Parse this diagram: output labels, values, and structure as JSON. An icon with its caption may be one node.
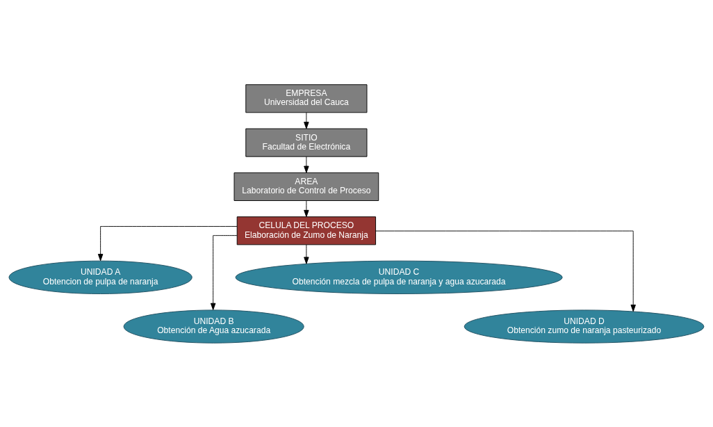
{
  "diagram": {
    "nodes": [
      {
        "text": [
          "EMPRESA",
          "Universidad del Cauca"
        ]
      },
      {
        "text": [
          "SITIO",
          "Facultad de Electrónica"
        ]
      },
      {
        "text": [
          "AREA",
          "Laboratorio de Control de Proceso"
        ]
      },
      {
        "text": [
          "CELULA DEL PROCESO",
          "Elaboración de Zumo de Naranja"
        ]
      },
      {
        "text": [
          "UNIDAD A",
          "Obtencion de pulpa de naranja"
        ]
      },
      {
        "text": [
          "UNIDAD B",
          "Obtención de Agua azucarada"
        ]
      },
      {
        "text": [
          "UNIDAD C",
          "Obtención mezcla de pulpa de naranja y agua azucarada"
        ]
      },
      {
        "text": [
          "UNIDAD D",
          "Obtención zumo de naranja pasteurizado"
        ]
      }
    ],
    "edges": [
      {
        "from": 0,
        "to": 1,
        "arrow": "to"
      },
      {
        "from": 1,
        "to": 2,
        "arrow": "to"
      },
      {
        "from": 2,
        "to": 3,
        "arrow": "to"
      },
      {
        "from": 3,
        "to": 4,
        "arrow": "to"
      },
      {
        "from": 3,
        "to": 5,
        "arrow": "to"
      },
      {
        "from": 3,
        "to": 6,
        "arrow": "to"
      },
      {
        "from": 3,
        "to": 7,
        "arrow": "to"
      }
    ]
  }
}
